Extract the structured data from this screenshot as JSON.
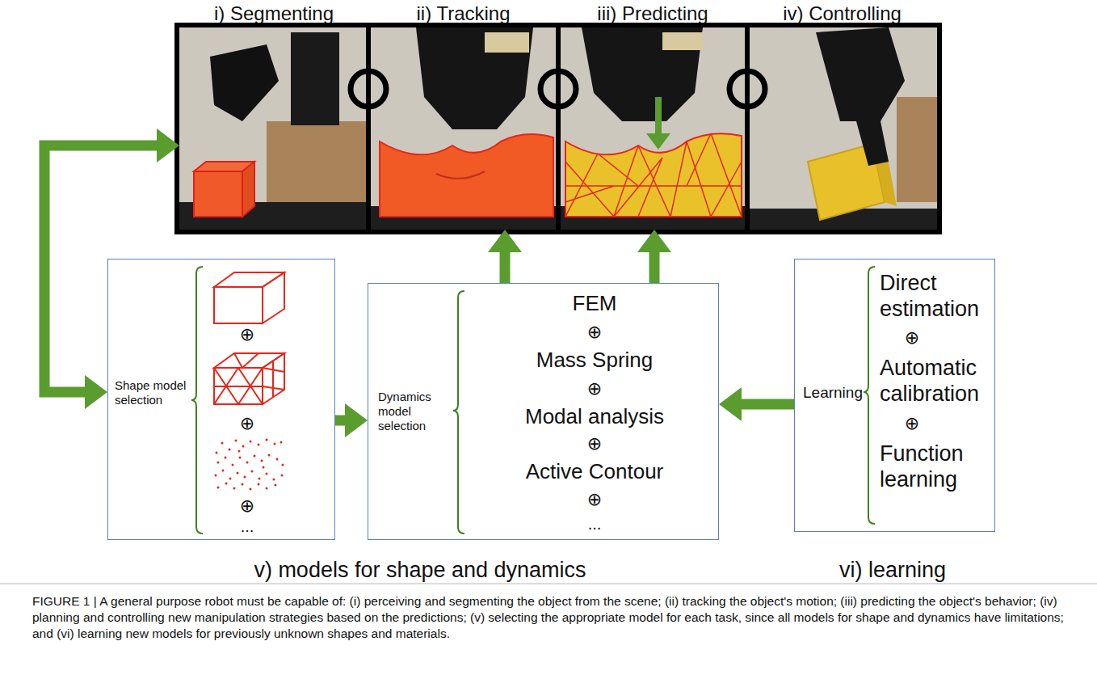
{
  "diagram": {
    "caption": "FIGURE 1 | A general purpose robot must be capable of: (i) perceiving and segmenting the object from the scene; (ii) tracking the object's motion; (iii) predicting the object's behavior; (iv) planning and controlling new manipulation strategies based on the predictions; (v) selecting the appropriate model for each task, since all models for shape and dynamics have limitations; and (vi) learning new models for previously unknown shapes and materials.",
    "nodes": [
      {
        "text": [
          "i) Segmenting"
        ]
      },
      {
        "text": [
          "ii) Tracking"
        ]
      },
      {
        "text": [
          "iii) Predicting"
        ]
      },
      {
        "text": [
          "iv) Controlling"
        ]
      },
      {
        "text": [
          "Shape model selection",
          "⊕",
          "⊕",
          "⊕",
          "..."
        ]
      },
      {
        "text": [
          "Dynamics model selection",
          "FEM",
          "⊕",
          "Mass Spring",
          "⊕",
          "Modal analysis",
          "⊕",
          "Active Contour",
          "⊕",
          "..."
        ]
      },
      {
        "text": [
          "Learning",
          "Direct estimation",
          "⊕",
          "Automatic calibration",
          "⊕",
          "Function learning"
        ]
      }
    ],
    "edges": [
      {
        "from": 0,
        "to": 4,
        "arrow": "both"
      },
      {
        "from": 4,
        "to": 5,
        "arrow": "to"
      },
      {
        "from": 6,
        "to": 5,
        "arrow": "to"
      },
      {
        "from": 5,
        "to": 1,
        "arrow": "to"
      },
      {
        "from": 5,
        "to": 2,
        "arrow": "to"
      }
    ],
    "labels": [
      "v) models for shape and dynamics",
      "vi) learning"
    ]
  }
}
